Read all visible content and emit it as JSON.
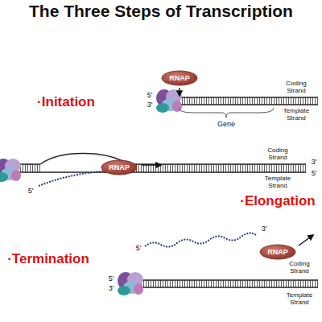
{
  "diagram": {
    "title": "The Three Steps of Transcription",
    "nodes": [
      {
        "text": [
          "RNAP"
        ]
      },
      {
        "text": [
          "RNAP"
        ]
      },
      {
        "text": [
          "RNAP"
        ]
      }
    ],
    "labels": [
      "·Initation",
      "5'",
      "3'",
      "Gene",
      "Coding Strand",
      "Template Strand",
      "5'",
      "Coding Strand",
      "3'",
      "Template Strand",
      "5'",
      "·Elongation",
      "·Termination",
      "3'",
      "5'",
      "Coding Strand",
      "Template Strand",
      "5'",
      "3'"
    ]
  }
}
